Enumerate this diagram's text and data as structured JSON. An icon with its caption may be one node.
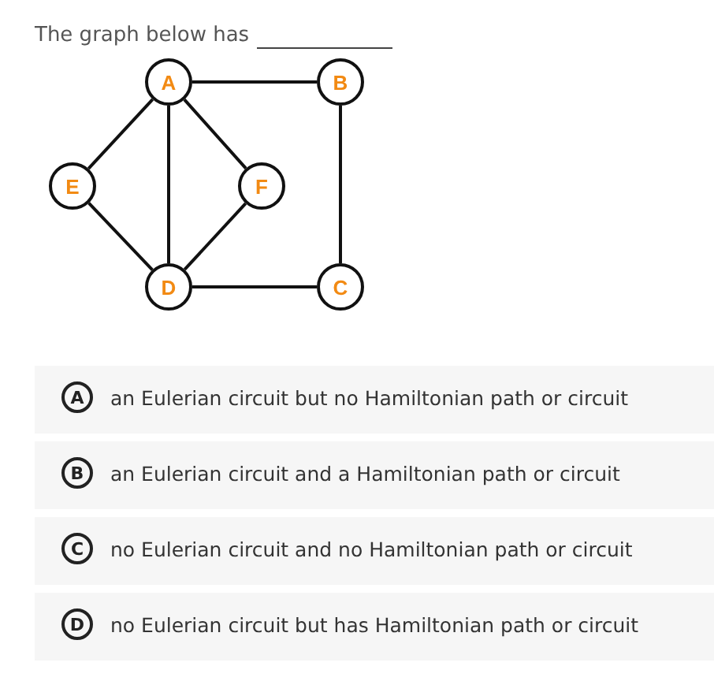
{
  "diagram": {
    "title": "The graph below has",
    "nodes": [
      {
        "text": [
          "A"
        ]
      },
      {
        "text": [
          "B"
        ]
      },
      {
        "text": [
          "E"
        ]
      },
      {
        "text": [
          "F"
        ]
      },
      {
        "text": [
          "D"
        ]
      },
      {
        "text": [
          "C"
        ]
      }
    ],
    "edges": [
      {
        "from": 0,
        "to": 1,
        "arrow": "none"
      },
      {
        "from": 0,
        "to": 2,
        "arrow": "none"
      },
      {
        "from": 0,
        "to": 4,
        "arrow": "none"
      },
      {
        "from": 0,
        "to": 3,
        "arrow": "none"
      },
      {
        "from": 2,
        "to": 4,
        "arrow": "none"
      },
      {
        "from": 3,
        "to": 4,
        "arrow": "none"
      },
      {
        "from": 4,
        "to": 5,
        "arrow": "none"
      },
      {
        "from": 1,
        "to": 5,
        "arrow": "none"
      }
    ],
    "labels": [
      "A",
      "an Eulerian circuit but no Hamiltonian path or circuit",
      "B",
      "an Eulerian circuit and a Hamiltonian path or circuit",
      "C",
      "no Eulerian circuit and no Hamiltonian path or circuit",
      "D",
      "no Eulerian circuit but has Hamiltonian path or circuit"
    ]
  }
}
